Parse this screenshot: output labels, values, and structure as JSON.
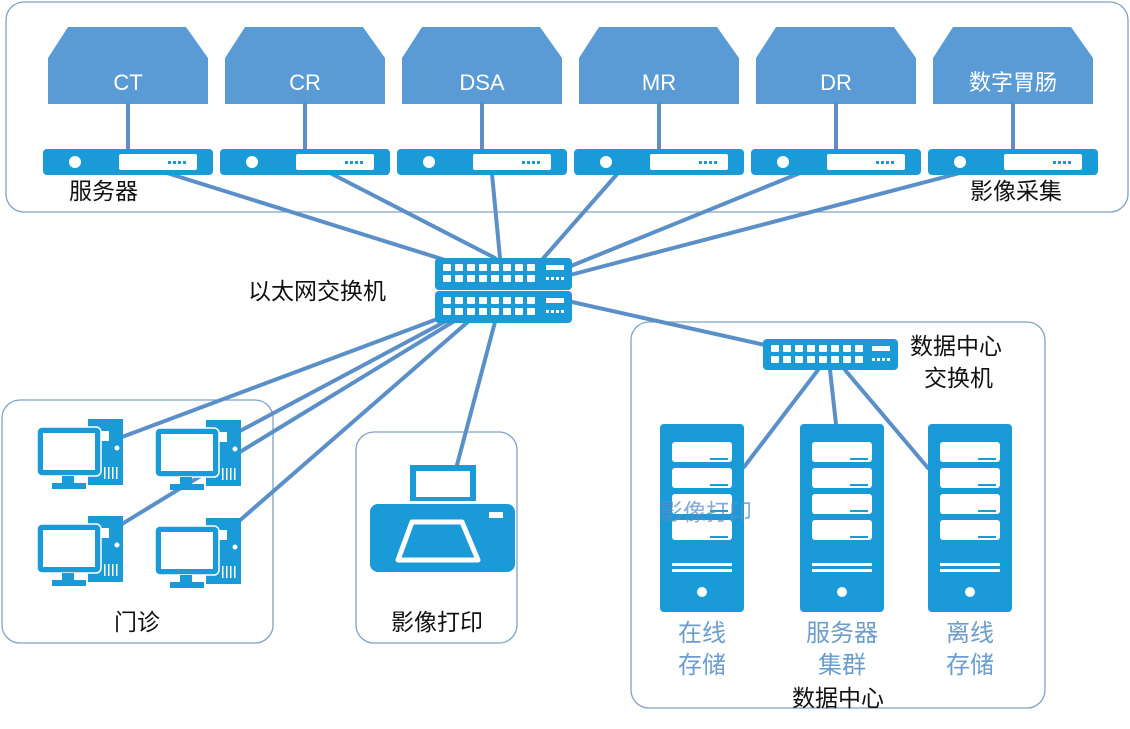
{
  "colors": {
    "modality": "#5b9bd5",
    "device": "#1a9ad6",
    "link": "#5b8fc8",
    "group_border": "#7fa2c4",
    "storage_label": "#6b9dcd"
  },
  "acquisition": {
    "modalities": [
      "CT",
      "CR",
      "DSA",
      "MR",
      "DR",
      "数字胃肠"
    ],
    "servers_label": "服务器",
    "group_label": "影像采集"
  },
  "core_switch": {
    "label": "以太网交换机"
  },
  "clinic": {
    "label": "门诊",
    "pc_count": 4
  },
  "printing": {
    "label": "影像打印"
  },
  "datacenter": {
    "switch_label_line1": "数据中心",
    "switch_label_line2": "交换机",
    "overlay_label": "影像打印",
    "group_label": "数据中心",
    "towers": [
      {
        "line1": "在线",
        "line2": "存储"
      },
      {
        "line1": "服务器",
        "line2": "集群"
      },
      {
        "line1": "离线",
        "line2": "存储"
      }
    ]
  }
}
